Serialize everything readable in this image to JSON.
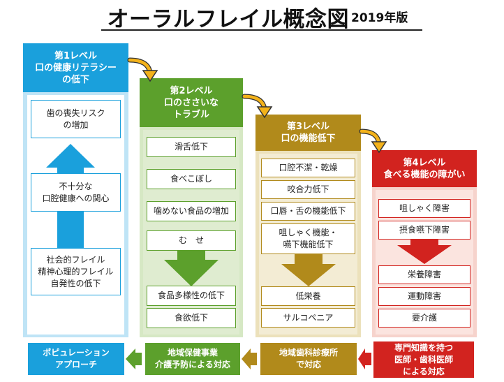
{
  "header": {
    "title": "オーラルフレイル概念図",
    "year": "2019年版"
  },
  "levels": [
    {
      "title_lines": [
        "第1レベル",
        "口の健康リテラシー",
        "の低下"
      ],
      "items": [
        {
          "lines": [
            "歯の喪失リスク",
            "の増加"
          ]
        },
        {
          "lines": [
            "不十分な",
            "口腔健康への関心"
          ]
        },
        {
          "lines": [
            "社会的フレイル",
            "精神心理的フレイル",
            "自発性の低下"
          ]
        }
      ],
      "approach_lines": [
        "ポピュレーション",
        "アプローチ"
      ]
    },
    {
      "title_lines": [
        "第2レベル",
        "口のささいな",
        "トラブル"
      ],
      "items": [
        {
          "lines": [
            "滑舌低下"
          ]
        },
        {
          "lines": [
            "食べこぼし"
          ]
        },
        {
          "lines": [
            "噛めない食品の増加"
          ]
        },
        {
          "lines": [
            "む　せ"
          ]
        },
        {
          "lines": [
            "食品多様性の低下"
          ]
        },
        {
          "lines": [
            "食欲低下"
          ]
        }
      ],
      "approach_lines": [
        "地域保健事業",
        "介護予防による対応"
      ]
    },
    {
      "title_lines": [
        "第3レベル",
        "口の機能低下"
      ],
      "items": [
        {
          "lines": [
            "口腔不潔・乾燥"
          ]
        },
        {
          "lines": [
            "咬合力低下"
          ]
        },
        {
          "lines": [
            "口唇・舌の機能低下"
          ]
        },
        {
          "lines": [
            "咀しゃく機能・",
            "嚥下機能低下"
          ]
        },
        {
          "lines": [
            "低栄養"
          ]
        },
        {
          "lines": [
            "サルコペニア"
          ]
        }
      ],
      "approach_lines": [
        "地域歯科診療所",
        "で対応"
      ]
    },
    {
      "title_lines": [
        "第4レベル",
        "食べる機能の障がい"
      ],
      "items": [
        {
          "lines": [
            "咀しゃく障害"
          ]
        },
        {
          "lines": [
            "摂食嚥下障害"
          ]
        },
        {
          "lines": [
            "栄養障害"
          ]
        },
        {
          "lines": [
            "運動障害"
          ]
        },
        {
          "lines": [
            "要介護"
          ]
        }
      ],
      "approach_lines": [
        "専門知識を持つ",
        "医師・歯科医師",
        "による対応"
      ]
    }
  ],
  "colors": {
    "level1": "#1aa0dc",
    "level2": "#5ca02c",
    "level3": "#b18a1b",
    "level4": "#d2231f",
    "connector": "#f3b21a"
  }
}
